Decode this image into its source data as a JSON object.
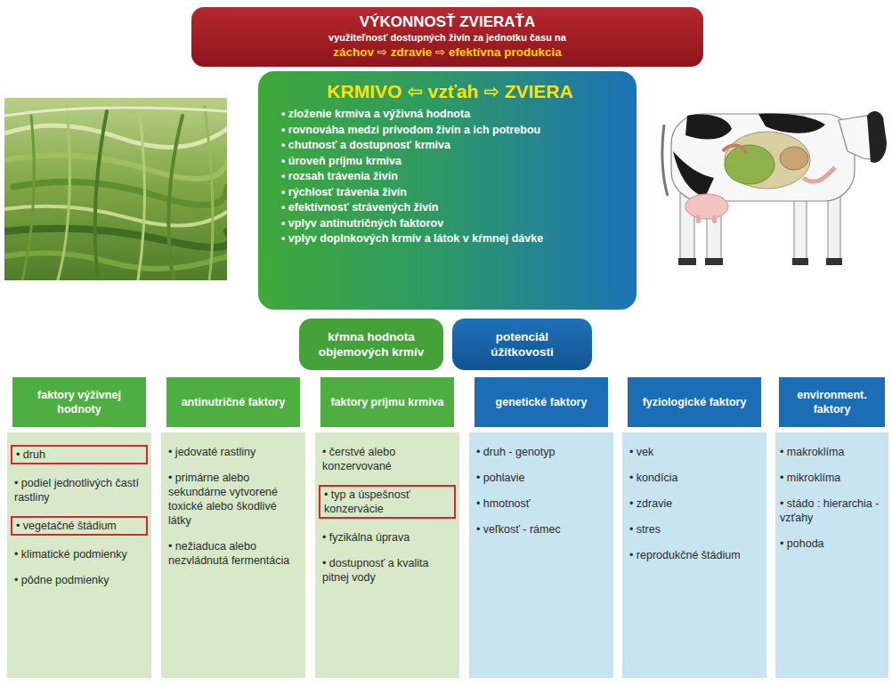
{
  "diagram": {
    "nodes": [
      {
        "text": [
          "VÝKONNOSŤ ZVIERAŤA",
          "využiteľnosť dostupných živín za jednotku času na",
          "záchov ⇨ zdravie ⇨ efektívna produkcia"
        ]
      },
      {
        "text": [
          "KRMIVO ⇦ vzťah ⇨ ZVIERA",
          "• zloženie krmiva a výživná hodnota",
          "• rovnováha medzi prívodom živín a ich potrebou",
          "• chutnosť a dostupnosť krmiva",
          "• úroveň príjmu krmiva",
          "• rozsah trávenia živín",
          "• rýchlosť trávenia živín",
          "• efektívnosť strávených živín",
          "• vplyv antinutričných faktorov",
          "• vplyv doplnkových krmív a látok v kŕmnej dávke"
        ]
      },
      {
        "text": [
          "kŕmna hodnota objemových krmív"
        ]
      },
      {
        "text": [
          "potenciál úžitkovosti"
        ]
      },
      {
        "text": [
          "faktory výživnej hodnoty"
        ]
      },
      {
        "text": [
          "• podiel jednotlivých častí rastliny",
          "• klimatické podmienky",
          "• pôdne podmienky"
        ]
      },
      {
        "text": [
          "• druh"
        ],
        "in": 5
      },
      {
        "text": [
          "• vegetačné štádium"
        ],
        "in": 5
      },
      {
        "text": [
          "antinutričné faktory"
        ]
      },
      {
        "text": [
          "• jedovaté rastliny",
          "• primárne alebo sekundárne vytvorené toxické alebo škodlivé látky",
          "• nežiaduca alebo nezvládnutá fermentácia"
        ]
      },
      {
        "text": [
          "faktory príjmu krmiva"
        ]
      },
      {
        "text": [
          "• čerstvé alebo konzervované",
          "• fyzikálna úprava",
          "• dostupnosť a kvalita pitnej vody"
        ]
      },
      {
        "text": [
          "• typ a úspešnosť konzervácie"
        ],
        "in": 11
      },
      {
        "text": [
          "genetické faktory"
        ]
      },
      {
        "text": [
          "• druh - genotyp",
          "• pohlavie",
          "• hmotnosť",
          "• veľkosť - rámec"
        ]
      },
      {
        "text": [
          "fyziologické faktory"
        ]
      },
      {
        "text": [
          "• vek",
          "• kondícia",
          "• zdravie",
          "• stres",
          "• reprodukčné štádium"
        ]
      },
      {
        "text": [
          "environment. faktory"
        ]
      },
      {
        "text": [
          "• makroklíma",
          "• mikroklíma",
          "• stádo : hierarchia - vzťahy",
          "• pohoda"
        ]
      }
    ]
  }
}
